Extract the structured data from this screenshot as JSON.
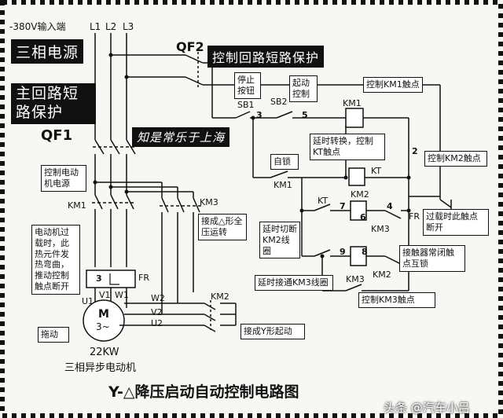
{
  "texts": {
    "input_label": "-380V输入端",
    "l1": "L1",
    "l2": "L2",
    "l3": "L3",
    "three_phase_power": "三相电源",
    "qf2": "QF2",
    "control_short_protect": "控制回路短路保护",
    "main_short_protect": "主回路短路保护",
    "qf1": "QF1",
    "stop_button": "停止按钮",
    "start_control": "起动控制",
    "sb1": "SB1",
    "sb2": "SB2",
    "control_km1_contact": "控制KM1触点",
    "km1_a": "KM1",
    "node_3": "3",
    "node_5": "5",
    "delay_switch": "延时转换，控制KT触点",
    "self_lock": "自锁",
    "km1_b": "KM1",
    "kt_a": "KT",
    "node_2": "2",
    "control_km2_contact": "控制KM2触点",
    "zhihu": "知是常乐于上海",
    "control_motor_power": "控制电动机电源",
    "km1_main": "KM1",
    "km3_main": "KM3",
    "delta_full_run": "接成△形全压运转",
    "km2_coil": "KM2",
    "kt_b": "KT",
    "node_7": "7",
    "node_6": "6",
    "node_4": "4",
    "fr_a": "FR",
    "overload_break": "过载时此触点断开",
    "km3_a": "KM3",
    "delay_cut_km2": "延时切断KM2线圈",
    "motor_overload": "电动机过载时，此热元件发热弯曲，推动控制触点断开",
    "node_9": "9",
    "node_8": "8",
    "interlock": "接触器常闭触点互锁",
    "fr_b": "FR",
    "relay_3": "3",
    "delay_on_km3": "延时接通KM3线圈",
    "km3_b": "KM3",
    "km2_b": "KM2",
    "control_km3_contact": "控制KM3触点",
    "u1": "U1",
    "v1": "V1",
    "w1": "W1",
    "w2": "W2",
    "v2": "V2",
    "u2": "U2",
    "km2_star": "KM2",
    "motor_m": "M",
    "motor_3": "3~",
    "drive": "拖动",
    "star_start": "接成Y形起动",
    "power": "22KW",
    "async_motor": "三相异步电动机",
    "title": "Y-△降压启动自动控制电路图",
    "watermark": "头条 @汽车小吕"
  },
  "colors": {
    "line": "#111111",
    "label_bg": "#111111",
    "label_fg": "#ffffff",
    "paper": "#f7f7f4"
  }
}
